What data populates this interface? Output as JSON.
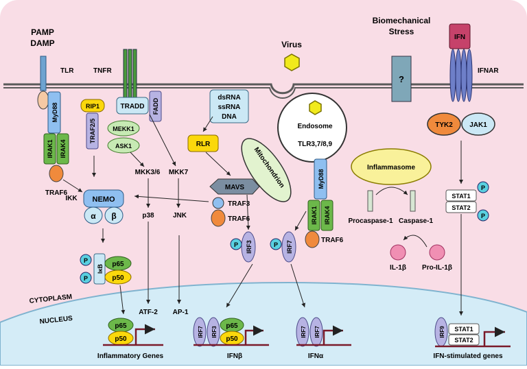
{
  "labels": {
    "pamp": "PAMP",
    "damp": "DAMP",
    "tlr": "TLR",
    "tnfr": "TNFR",
    "virus": "Virus",
    "biomech1": "Biomechanical",
    "biomech2": "Stress",
    "unknown": "?",
    "ifn": "IFN",
    "ifnar": "IFNAR",
    "myd88": "MyD88",
    "irak1": "IRAK1",
    "irak4": "IRAK4",
    "traf6": "TRAF6",
    "rip1": "RIP1",
    "traf25": "TRAF2/5",
    "tradd": "TRADD",
    "fadd": "FADD",
    "mekk1": "MEKK1",
    "ask1": "ASK1",
    "mkk36": "MKK3/6",
    "mkk7": "MKK7",
    "p38": "p38",
    "jnk": "JNK",
    "dsrna": "dsRNA",
    "ssrna": "ssRNA",
    "dna": "DNA",
    "rlr": "RLR",
    "mavs": "MAVS",
    "mitochondrion": "Mitochondrion",
    "traf3": "TRAF3",
    "endosome": "Endosome",
    "tlr378": "TLR3,7/8,9",
    "ikk": "IKK",
    "nemo": "NEMO",
    "alpha": "α",
    "beta": "β",
    "p": "P",
    "ikb": "IκB",
    "p65": "p65",
    "p50": "p50",
    "irf3": "IRF3",
    "irf7": "IRF7",
    "tyk2": "TYK2",
    "jak1": "JAK1",
    "inflammasome": "Inflammasome",
    "procasp": "Procaspase-1",
    "casp": "Caspase-1",
    "il1b": "IL-1β",
    "proil1b": "Pro-IL-1β",
    "stat1": "STAT1",
    "stat2": "STAT2",
    "irf9": "IRF9",
    "cytoplasm": "CYTOPLASM",
    "nucleus": "NUCLEUS",
    "atf2": "ATF-2",
    "ap1": "AP-1",
    "infl_genes": "Inflammatory Genes",
    "ifnb": "IFNβ",
    "ifna": "IFNα",
    "isg": "IFN-stimulated genes"
  },
  "colors": {
    "cytoplasm_bg": "#f9dde6",
    "nucleus_bg": "#d4ecf7",
    "membrane": "#5a5a5a",
    "blue_box": "#8fbff0",
    "green_box": "#6cb84a",
    "yellow_box": "#fbd80c",
    "lightblue_box": "#cbe8f5",
    "lightgreen": "#c7eab4",
    "purple_box": "#b7b3e3",
    "peach": "#f6c9a4",
    "orange": "#f08a3c",
    "pink_p": "#f08fb3",
    "virus": "#f1ea1c",
    "ifn_box": "#c6426a",
    "mavs": "#7b8ea1",
    "casp_grey": "#d7e6d3",
    "inflamm_yellow": "#f9f19a"
  }
}
